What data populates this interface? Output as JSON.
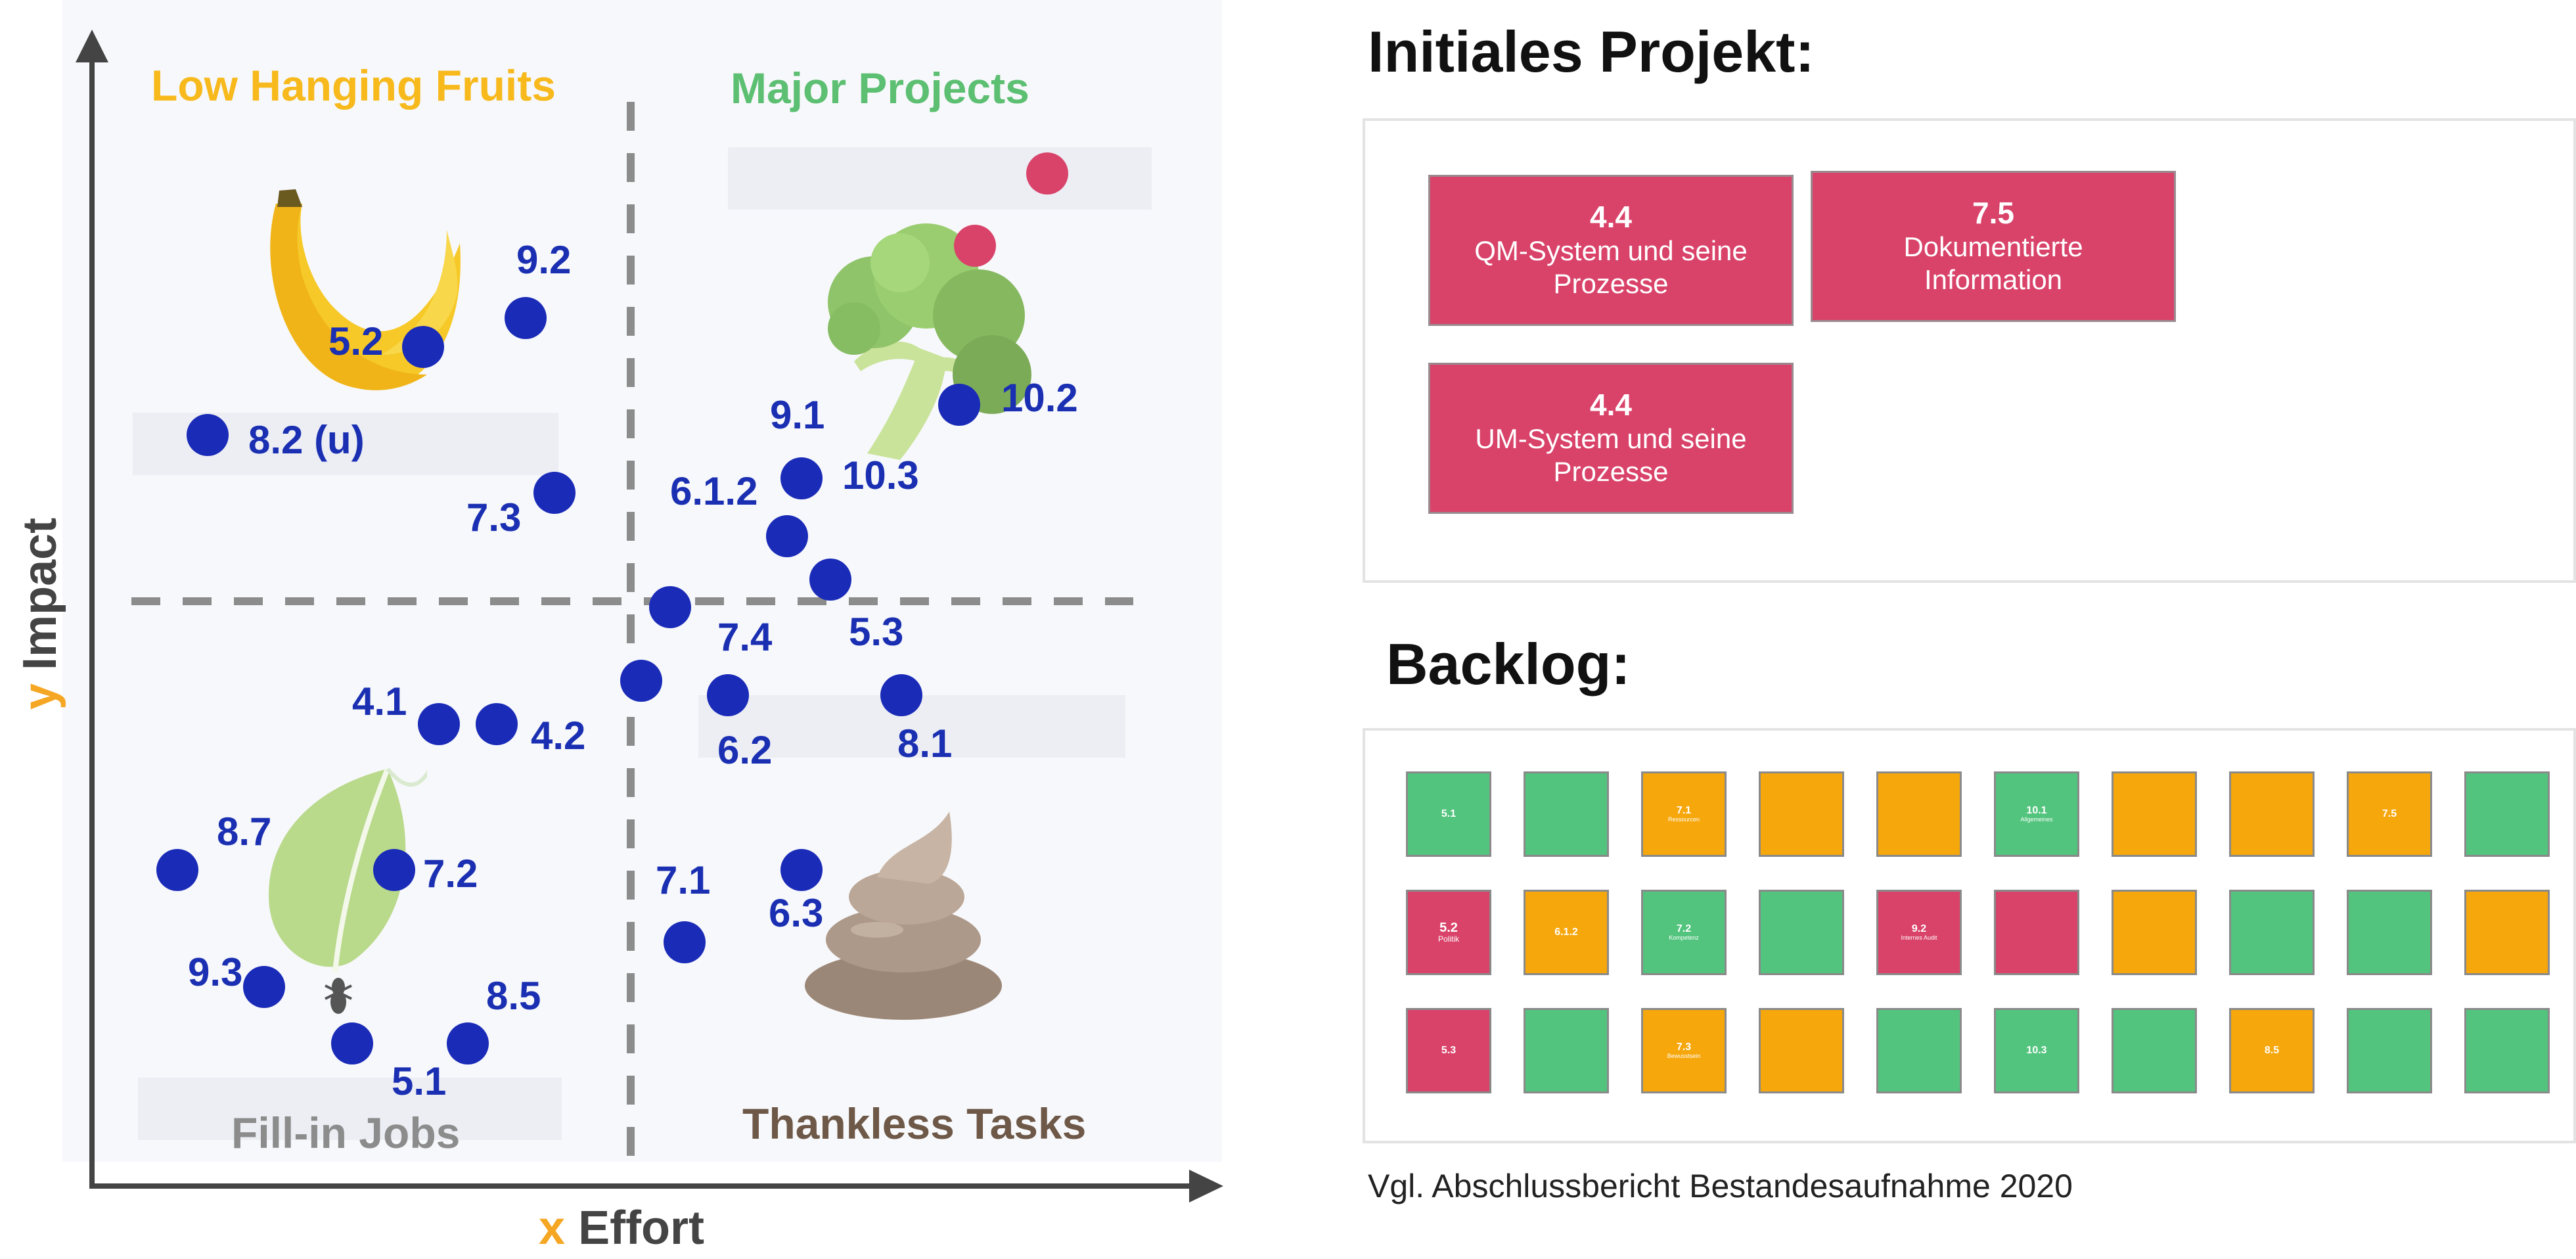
{
  "matrix": {
    "quadrants": {
      "top_left": "Low Hanging Fruits",
      "top_right": "Major Projects",
      "bottom_left": "Fill-in Jobs",
      "bottom_right": "Thankless Tasks"
    },
    "axes": {
      "y_prefix": "y",
      "y_label": "Impact",
      "x_prefix": "x",
      "x_label": "Effort"
    },
    "point_labels": [
      "9.2",
      "5.2",
      "8.2 (u)",
      "7.3",
      "9.1",
      "10.2",
      "6.1.2",
      "10.3",
      "7.4",
      "5.3",
      "4.1",
      "4.2",
      "6.2",
      "8.1",
      "8.7",
      "7.2",
      "9.3",
      "8.5",
      "5.1",
      "7.1",
      "6.3"
    ],
    "icons": [
      "banana-icon",
      "broccoli-icon",
      "leaf-with-ant-icon",
      "poop-icon"
    ],
    "colors": {
      "low_hanging": "#f7b91c",
      "major": "#5cbf72",
      "fill_in": "#8c8c8c",
      "thankless": "#6e5848",
      "dot": "#1a2bb8",
      "dot_red": "#d9436a"
    }
  },
  "initial_project": {
    "title": "Initiales Projekt:",
    "cards": [
      {
        "number": "4.4",
        "line1": "QM-System und seine",
        "line2": "Prozesse"
      },
      {
        "number": "7.5",
        "line1": "Dokumentierte",
        "line2": "Information"
      },
      {
        "number": "4.4",
        "line1": "UM-System und seine",
        "line2": "Prozesse"
      }
    ]
  },
  "backlog": {
    "title": "Backlog:",
    "rows": [
      [
        {
          "color": "green",
          "number": "5.1",
          "text": ""
        },
        {
          "color": "green",
          "number": "",
          "text": ""
        },
        {
          "color": "orange",
          "number": "7.1",
          "text": "Ressourcen"
        },
        {
          "color": "orange",
          "number": "",
          "text": ""
        },
        {
          "color": "orange",
          "number": "",
          "text": ""
        },
        {
          "color": "green",
          "number": "10.1",
          "text": "Allgemeines"
        },
        {
          "color": "orange",
          "number": "",
          "text": ""
        },
        {
          "color": "orange",
          "number": "",
          "text": ""
        },
        {
          "color": "orange",
          "number": "7.5",
          "text": ""
        },
        {
          "color": "green",
          "number": "",
          "text": ""
        }
      ],
      [
        {
          "color": "red",
          "number": "5.2",
          "text": "Politik",
          "big": true
        },
        {
          "color": "orange",
          "number": "6.1.2",
          "text": ""
        },
        {
          "color": "green",
          "number": "7.2",
          "text": "Kompetenz"
        },
        {
          "color": "green",
          "number": "",
          "text": ""
        },
        {
          "color": "red",
          "number": "9.2",
          "text": "Internes Audit"
        },
        {
          "color": "red",
          "number": "",
          "text": ""
        },
        {
          "color": "orange",
          "number": "",
          "text": ""
        },
        {
          "color": "green",
          "number": "",
          "text": ""
        },
        {
          "color": "green",
          "number": "",
          "text": ""
        },
        {
          "color": "orange",
          "number": "",
          "text": ""
        }
      ],
      [
        {
          "color": "red",
          "number": "5.3",
          "text": ""
        },
        {
          "color": "green",
          "number": "",
          "text": ""
        },
        {
          "color": "orange",
          "number": "7.3",
          "text": "Bewusstsein"
        },
        {
          "color": "orange",
          "number": "",
          "text": ""
        },
        {
          "color": "green",
          "number": "",
          "text": ""
        },
        {
          "color": "green",
          "number": "10.3",
          "text": ""
        },
        {
          "color": "green",
          "number": "",
          "text": ""
        },
        {
          "color": "orange",
          "number": "8.5",
          "text": ""
        },
        {
          "color": "green",
          "number": "",
          "text": ""
        },
        {
          "color": "green",
          "number": "",
          "text": ""
        }
      ]
    ]
  },
  "footnote": "Vgl. Abschlussbericht Bestandesaufnahme 2020"
}
